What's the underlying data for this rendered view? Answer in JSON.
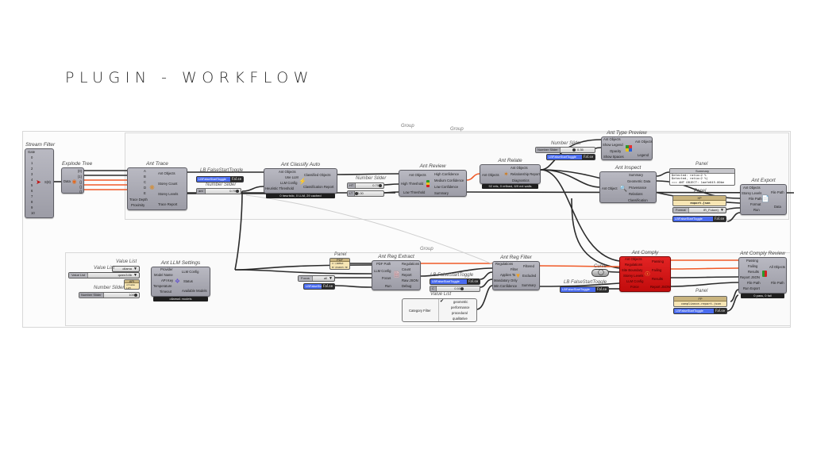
{
  "page_title": "PLUGIN - WORKFLOW",
  "groups": [
    {
      "label": "Group"
    },
    {
      "label": "Group"
    },
    {
      "label": "Group"
    }
  ],
  "components": {
    "stream_filter": {
      "title": "Stream Filter",
      "inputs": [
        "Gate",
        "0",
        "1",
        "2",
        "3",
        "4",
        "5",
        "6",
        "7",
        "8",
        "9",
        "10"
      ],
      "outputs": [
        "S(8)"
      ]
    },
    "explode_tree": {
      "title": "Explode Tree",
      "inputs": [
        "Data"
      ],
      "outputs": [
        "{0}",
        "{1}",
        "{}",
        "{}",
        "{}"
      ]
    },
    "ant_trace": {
      "title": "Ant Trace",
      "inputs": [
        "A",
        "B",
        "C",
        "D",
        "E",
        "Trace Depth",
        "Proximity"
      ],
      "outputs": [
        "Ant Objects",
        "Storey Count",
        "Storey Levels",
        "Trace Report"
      ]
    },
    "ant_classify_auto": {
      "title": "Ant Classify Auto",
      "inputs": [
        "Ant Objects",
        "Use LLM",
        "LLM Config",
        "Heuristic Threshold"
      ],
      "outputs": [
        "Classified Objects",
        "Classification Report"
      ],
      "footer": "0 heuristic, 0 LLM, 29 cached"
    },
    "ant_review": {
      "title": "Ant Review",
      "inputs": [
        "Ant Objects",
        "High Threshold",
        "Low Threshold"
      ],
      "outputs": [
        "High Confidence",
        "Medium Confidence",
        "Low Confidence",
        "Summary"
      ]
    },
    "ant_relate": {
      "title": "Ant Relate",
      "inputs": [
        "Ant Objects"
      ],
      "outputs": [
        "Ant Objects",
        "Relationship Report",
        "Diagnostics"
      ],
      "footer": "92 rels, 0 refined, 6/9 ext walls"
    },
    "ant_type_preview": {
      "title": "Ant Type Preview",
      "inputs": [
        "Ant Objects",
        "Show Legend",
        "Opacity",
        "Show Spaces"
      ],
      "outputs": [
        "Ant Objects",
        "Legend"
      ]
    },
    "ant_inspect": {
      "title": "Ant Inspect",
      "inputs": [
        "Ant Object"
      ],
      "outputs": [
        "Summary",
        "Geometric Data",
        "Provenance",
        "Relations",
        "Classification"
      ]
    },
    "ant_export": {
      "title": "Ant Export",
      "inputs": [
        "Ant Objects",
        "Storey Levels",
        "File Path",
        "Format",
        "Run"
      ],
      "outputs": [
        "File Path",
        "Data"
      ]
    },
    "ant_llm_settings": {
      "title": "Ant LLM Settings",
      "inputs": [
        "Provider",
        "Model Name",
        "API Key",
        "Temperature",
        "Timeout"
      ],
      "outputs": [
        "LLM Config",
        "Status",
        "Available Models"
      ],
      "footer": "ollama4 models"
    },
    "ant_reg_extract": {
      "title": "Ant Reg Extract",
      "inputs": [
        "PDF Path",
        "LLM Config",
        "Focus",
        "Run"
      ],
      "outputs": [
        "Regulations",
        "Count",
        "Report",
        "Raw JSON",
        "Debug"
      ]
    },
    "ant_reg_filter": {
      "title": "Ant Reg Filter",
      "inputs": [
        "Regulations",
        "Filter",
        "Applies To",
        "Mandatory Only",
        "Min Confidence"
      ],
      "outputs": [
        "Filtered",
        "Excluded",
        "Summary"
      ]
    },
    "ant_comply": {
      "title": "Ant Comply",
      "inputs": [
        "Ant Objects",
        "Regulations",
        "Site Boundary",
        "Storey Levels",
        "LLM Config",
        "Force"
      ],
      "outputs": [
        "Passing",
        "Failing",
        "Results",
        "Report JSON"
      ]
    },
    "ant_comply_review": {
      "title": "Ant Comply Review",
      "inputs": [
        "Passing",
        "Failing",
        "Results",
        "Report JSON",
        "File Path",
        "Run Export"
      ],
      "outputs": [
        "All Objects",
        "File Path"
      ],
      "footer": "0 pass, 0 fail"
    }
  },
  "params": {
    "toggle_trace": {
      "label": "LB FalseStartToggle",
      "name": "LBFalseStartToggle",
      "value": "False"
    },
    "slider_trace": {
      "label": "Number Slider",
      "prefix": "ant",
      "value": "0.70"
    },
    "slider_high": {
      "label": "Number Slider",
      "prefix": "HT",
      "value": "0.70"
    },
    "slider_low": {
      "label": "",
      "prefix": "LT",
      "value": "0.00"
    },
    "slider_opacity": {
      "label": "Number Slider",
      "prefix": "Number Slider",
      "value": "0.35"
    },
    "toggle_preview": {
      "name": "LBFalseStartToggle",
      "value": "False"
    },
    "panel_summary": {
      "label": "Panel",
      "header": "Summary",
      "lines": [
        "Detected: ratio=2 %",
        "Detected, ratio=2 %)",
        "=== ANT OBJECT: 1aafe645-00be"
      ]
    },
    "panel_export": {
      "label": "Panel",
      "header": "XP",
      "lines": [
        "export.json"
      ]
    },
    "vlist_format": {
      "label": "Format",
      "value": "IR_Future)"
    },
    "toggle_export": {
      "name": "LBFalseStartToggle",
      "value": "False"
    },
    "vlist_provider": {
      "label": "Value List",
      "value": "ollama"
    },
    "vlist_model": {
      "label": "Value List",
      "prefix": "Value List",
      "value": "qwen3:8b"
    },
    "panel_api": {
      "header": "API",
      "lines": [
        "ollama",
        "LLM"
      ]
    },
    "slider_timeout": {
      "label": "Number Slider",
      "prefix": "Number Slider",
      "value": "100"
    },
    "panel_pdf": {
      "label": "Panel",
      "header": "PDF",
      "lines": [
        "C:\\IRMAX",
        "M:\\EARCH.TE"
      ]
    },
    "vlist_focus": {
      "label": "Value List",
      "prefix": "Focus",
      "value": "all"
    },
    "toggle_extract": {
      "name": "LBFalseStartToggle",
      "value": "False"
    },
    "toggle_filter": {
      "label": "LB FalseStartToggle",
      "name": "LBFalseStartToggle",
      "value": "False"
    },
    "slider_conf": {
      "prefix": "C",
      "value": "0.50"
    },
    "catlist": {
      "label": "Value List",
      "name": "Category Filter",
      "options": [
        "geometric",
        "performance",
        "procedural",
        "qualitative"
      ],
      "checked": "geometric"
    },
    "curve": {
      "label": "Curve"
    },
    "toggle_comply": {
      "label": "LB FalseStartToggle",
      "name": "LBFalseStartToggle",
      "value": "False"
    },
    "panel_report": {
      "label": "Panel",
      "header": "FP",
      "lines": [
        "compliance-report.json"
      ]
    },
    "toggle_review": {
      "name": "LBFalseStartToggle",
      "value": "False"
    }
  },
  "colors": {
    "wire": "#2b2b2b",
    "wire_active": "#f05a28",
    "component": "#a8a8b1",
    "comply": "#d41414",
    "toggle": "#4a6cf0"
  }
}
